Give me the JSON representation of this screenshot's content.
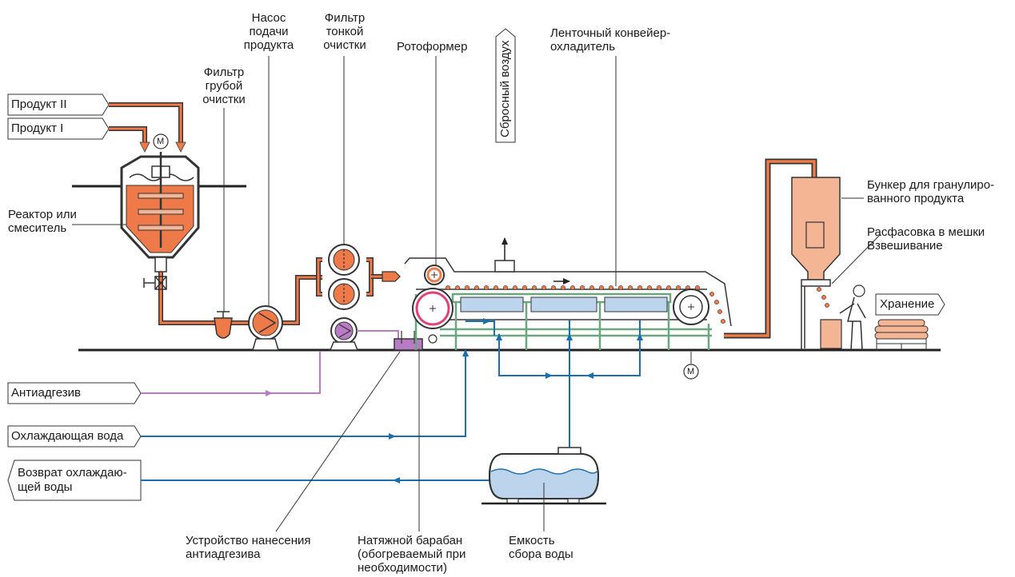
{
  "inputs": {
    "product2": "Продукт II",
    "product1": "Продукт I",
    "antiadhesive": "Антиадгезив",
    "cooling_water": "Охлаждающая вода",
    "return_water_l1": "Возврат охлаждаю-",
    "return_water_l2": "щей воды",
    "storage": "Хранение",
    "exhaust_air": "Сбросный воздух"
  },
  "labels": {
    "pump": "Насос\nподачи\nпродукта",
    "fine_filter": "Фильтр\nтонкой\nочистки",
    "rotoformer": "Ротоформер",
    "conveyor": "Ленточный конвейер-\nохладитель",
    "coarse_filter": "Фильтр\nгрубой\nочистки",
    "reactor": "Реактор или\nсмеситель",
    "bunker": "Бункер для гранулиро-\nванного продукта",
    "packing": "Расфасовка в мешки\nВзвешивание",
    "applicator": "Устройство нанесения\nантиадгезива",
    "tension_drum": "Натяжной барабан\n(обогреваемый при\nнеобходимости)",
    "water_tank": "Емкость\nсбора воды"
  },
  "symbols": {
    "motor": "M"
  },
  "colors": {
    "product": "#ee7a4a",
    "product_light": "#f4b595",
    "water": "#1a6fb0",
    "water_fill": "#bcd4ec",
    "antiadhesive": "#b87cc4",
    "frame": "#6ba77e",
    "outline": "#333333"
  }
}
